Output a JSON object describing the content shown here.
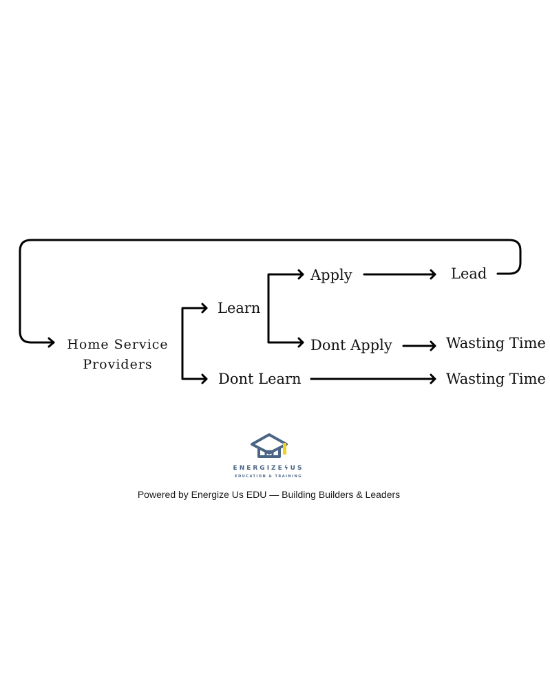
{
  "diagram": {
    "nodes": {
      "home_line1": "Home Service",
      "home_line2": "Providers",
      "learn": "Learn",
      "dont_learn": "Dont Learn",
      "apply": "Apply",
      "dont_apply": "Dont Apply",
      "lead": "Lead",
      "wasting_time_apply": "Wasting Time",
      "wasting_time_learn": "Wasting Time"
    },
    "edges": [
      {
        "from": "Home Service Providers",
        "to": "Learn"
      },
      {
        "from": "Home Service Providers",
        "to": "Dont Learn"
      },
      {
        "from": "Learn",
        "to": "Apply"
      },
      {
        "from": "Learn",
        "to": "Dont Apply"
      },
      {
        "from": "Apply",
        "to": "Lead"
      },
      {
        "from": "Dont Apply",
        "to": "Wasting Time"
      },
      {
        "from": "Dont Learn",
        "to": "Wasting Time"
      },
      {
        "from": "Lead",
        "to": "Home Service Providers"
      }
    ],
    "line_color": "#000000"
  },
  "branding": {
    "logo_icon": "graduation-cap-house-icon",
    "name": "ENERGIZEϟUS",
    "tagline": "EDUCATION & TRAINING",
    "footer": "Powered by Energize Us EDU — Building Builders & Leaders",
    "colors": {
      "slate": "#4a6585",
      "accent": "#f2d21b"
    }
  }
}
